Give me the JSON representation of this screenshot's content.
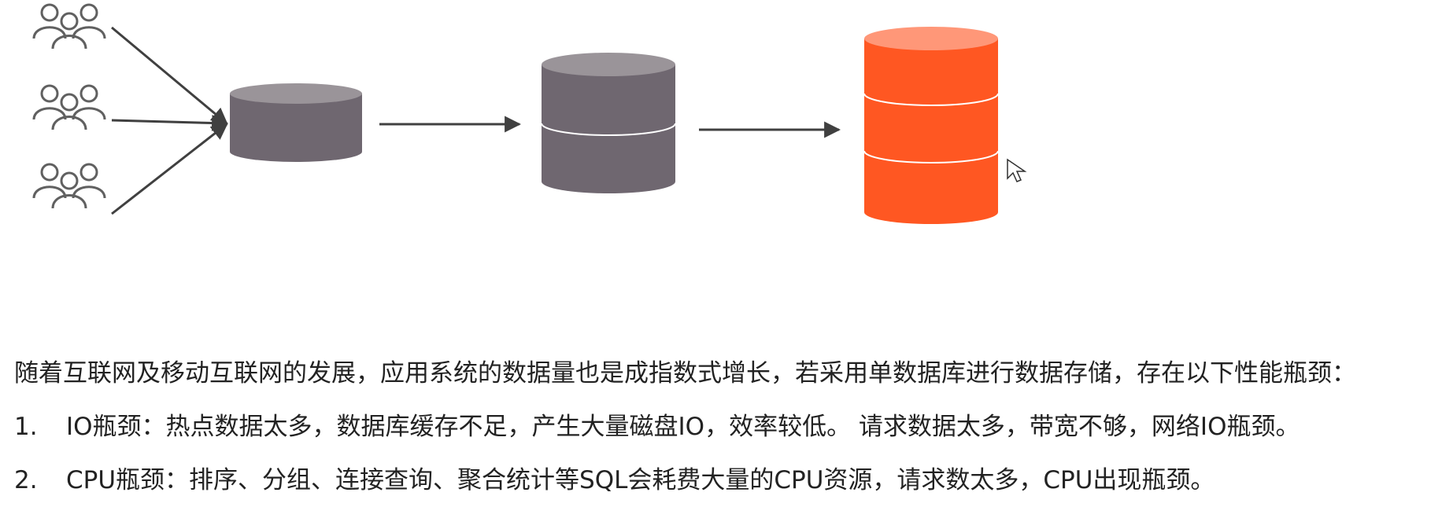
{
  "diagram": {
    "user_group_icons": [
      "users-icon",
      "users-icon",
      "users-icon"
    ],
    "stages": [
      {
        "name": "single-database",
        "segments": 1,
        "color": "#6f6770"
      },
      {
        "name": "two-segment-database",
        "segments": 2,
        "color": "#6f6770"
      },
      {
        "name": "three-segment-database",
        "segments": 3,
        "color": "#ff5722"
      }
    ],
    "colors": {
      "icon_stroke": "#606060",
      "arrow": "#404040",
      "gray_db": "#6f6770",
      "gray_db_top": "#9a9499",
      "orange_db": "#ff5722",
      "orange_db_top": "#ff9778"
    }
  },
  "content": {
    "intro": "随着互联网及移动互联网的发展，应用系统的数据量也是成指数式增长，若采用单数据库进行数据存储，存在以下性能瓶颈：",
    "items": [
      {
        "num": "1.",
        "text": "IO瓶颈：热点数据太多，数据库缓存不足，产生大量磁盘IO，效率较低。 请求数据太多，带宽不够，网络IO瓶颈。"
      },
      {
        "num": "2.",
        "text": "CPU瓶颈：排序、分组、连接查询、聚合统计等SQL会耗费大量的CPU资源，请求数太多，CPU出现瓶颈。"
      }
    ]
  }
}
